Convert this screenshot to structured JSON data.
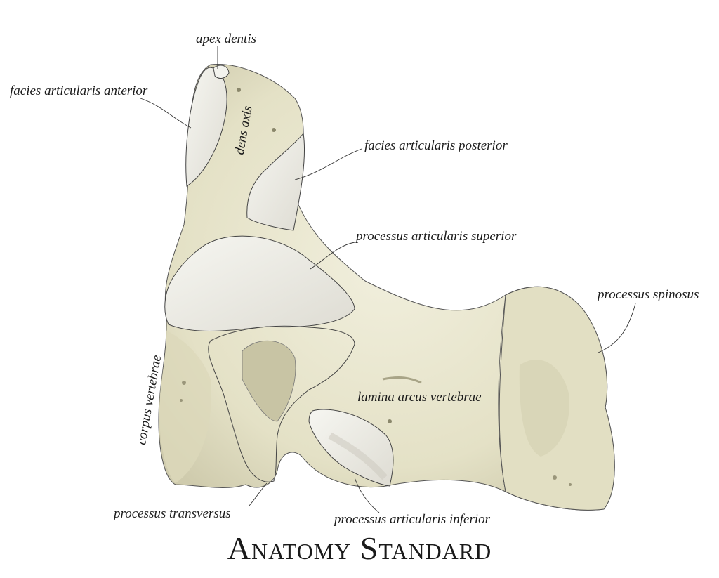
{
  "labels": {
    "apex_dentis": "apex dentis",
    "facies_articularis_anterior": "facies articularis anterior",
    "dens_axis": "dens axis",
    "facies_articularis_posterior": "facies articularis posterior",
    "processus_articularis_superior": "processus articularis superior",
    "processus_spinosus": "processus spinosus",
    "corpus_vertebrae": "corpus vertebrae",
    "lamina_arcus_vertebrae": "lamina arcus vertebrae",
    "processus_transversus": "processus transversus",
    "processus_articularis_inferior": "processus articularis inferior"
  },
  "brand": "Anatomy Standard",
  "colors": {
    "bone": "#e9e7d2",
    "bone_shadow": "#c9c6a8",
    "cartilage": "#eeeee8",
    "leader_line": "#333333",
    "text": "#1c1c1c"
  }
}
